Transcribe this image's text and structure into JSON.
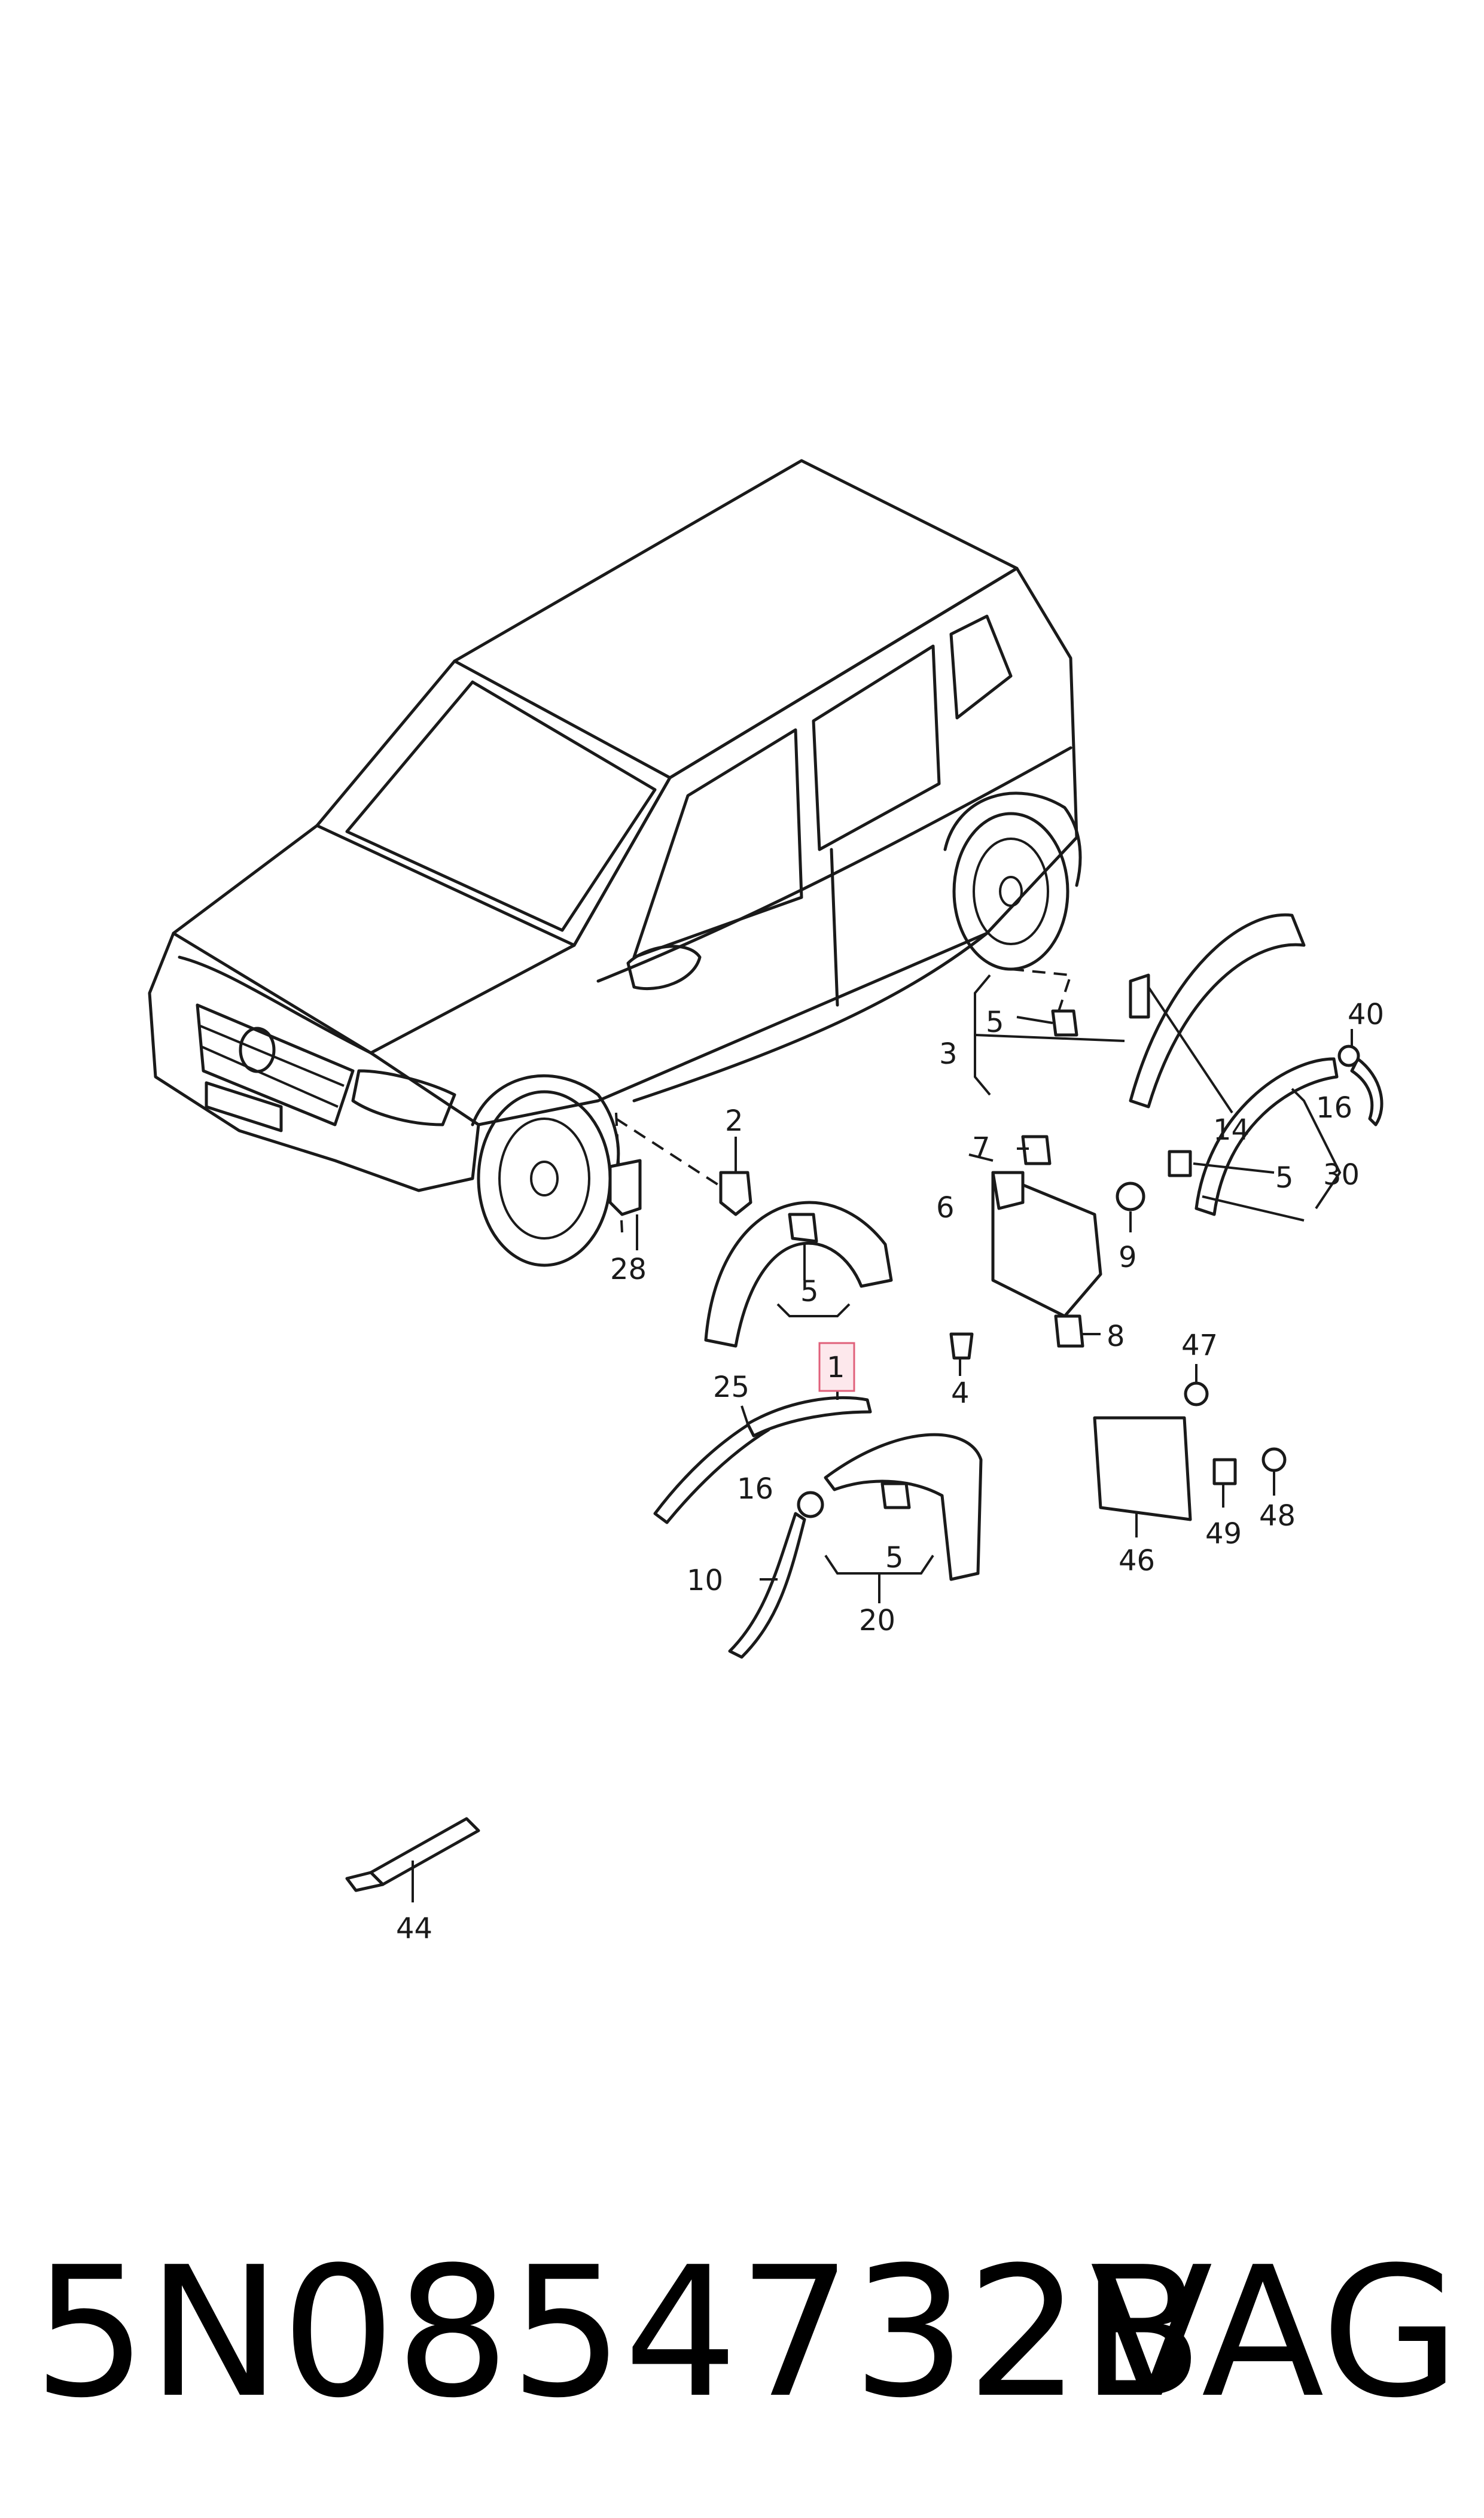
{
  "diagram": {
    "highlighted_callout": "1",
    "highlight_color": "#e0607a",
    "callouts": [
      {
        "id": "c1",
        "label": "1"
      },
      {
        "id": "c2",
        "label": "2"
      },
      {
        "id": "c3",
        "label": "3"
      },
      {
        "id": "c4",
        "label": "4"
      },
      {
        "id": "c5a",
        "label": "5"
      },
      {
        "id": "c5b",
        "label": "5"
      },
      {
        "id": "c5c",
        "label": "5"
      },
      {
        "id": "c5d",
        "label": "5"
      },
      {
        "id": "c6",
        "label": "6"
      },
      {
        "id": "c7",
        "label": "7"
      },
      {
        "id": "c8",
        "label": "8"
      },
      {
        "id": "c9",
        "label": "9"
      },
      {
        "id": "c10",
        "label": "10"
      },
      {
        "id": "c14",
        "label": "14"
      },
      {
        "id": "c16a",
        "label": "16"
      },
      {
        "id": "c16b",
        "label": "16"
      },
      {
        "id": "c20",
        "label": "20"
      },
      {
        "id": "c25",
        "label": "25"
      },
      {
        "id": "c28",
        "label": "28"
      },
      {
        "id": "c30",
        "label": "30"
      },
      {
        "id": "c40",
        "label": "40"
      },
      {
        "id": "c44",
        "label": "44"
      },
      {
        "id": "c46",
        "label": "46"
      },
      {
        "id": "c47",
        "label": "47"
      },
      {
        "id": "c48",
        "label": "48"
      },
      {
        "id": "c49",
        "label": "49"
      }
    ]
  },
  "footer": {
    "part_number": "5N0854732B",
    "brand": "VAG"
  }
}
